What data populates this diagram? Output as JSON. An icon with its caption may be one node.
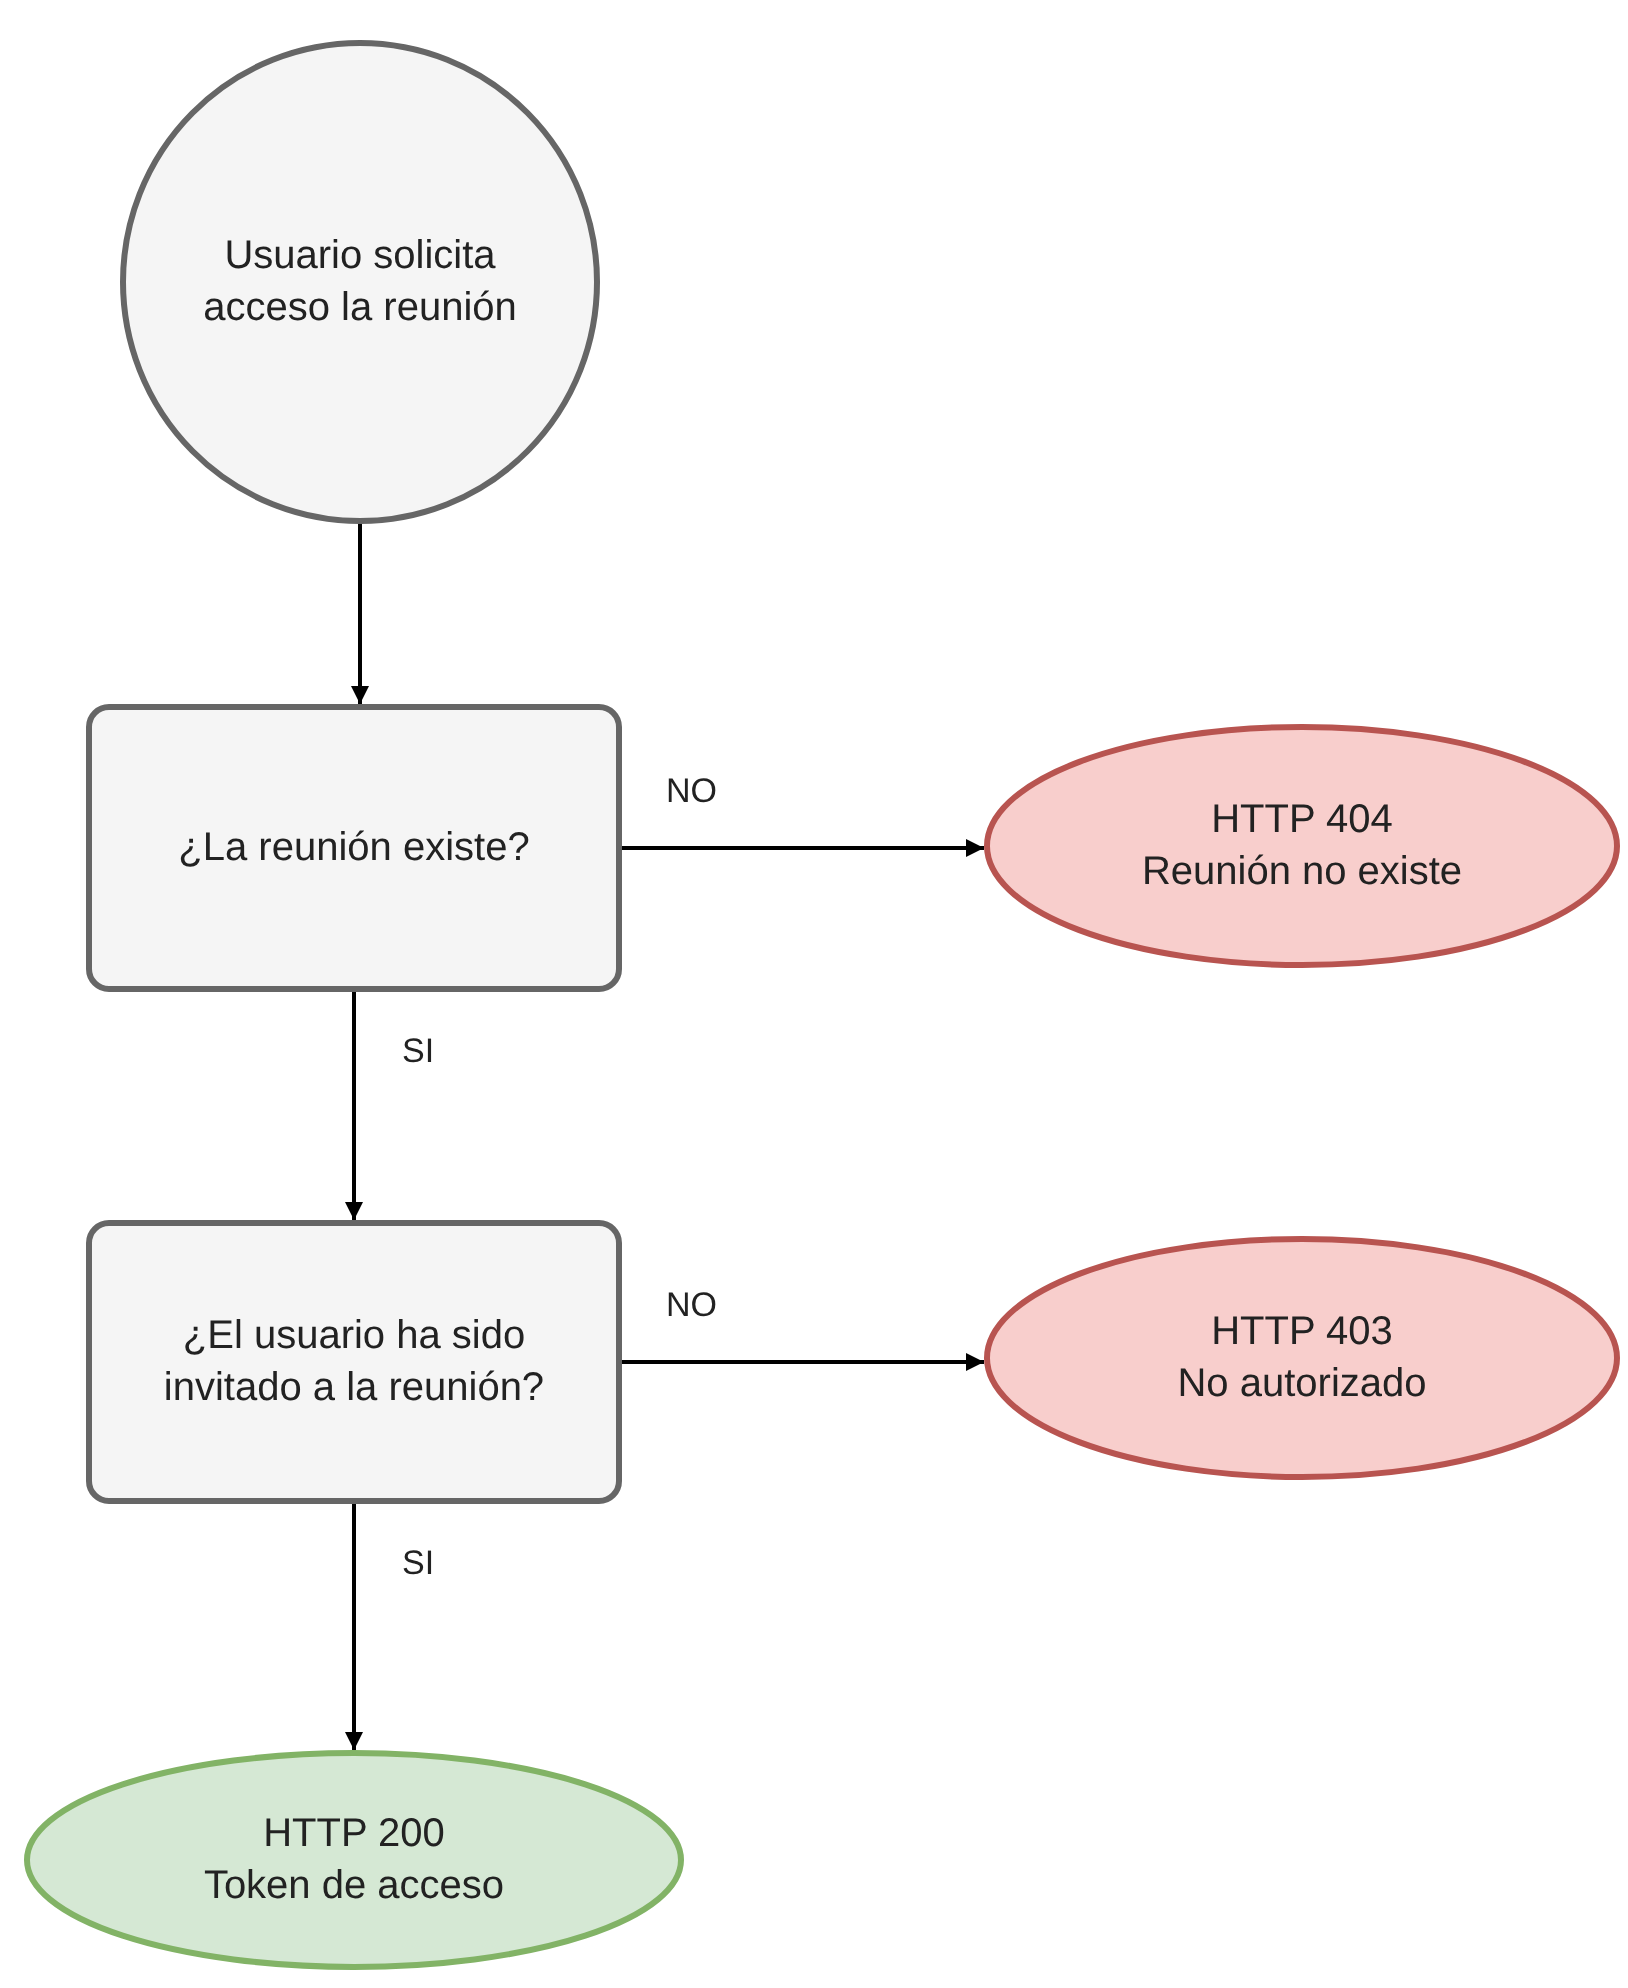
{
  "diagram": {
    "nodes": [
      {
        "text": [
          "Usuario solicita acceso la reunión"
        ]
      },
      {
        "text": [
          "¿La reunión existe?"
        ]
      },
      {
        "text": [
          "HTTP 404",
          "Reunión no existe"
        ]
      },
      {
        "text": [
          "¿El usuario ha sido invitado a la reunión?"
        ]
      },
      {
        "text": [
          "HTTP 403",
          "No autorizado"
        ]
      },
      {
        "text": [
          "HTTP 200",
          "Token de acceso"
        ]
      }
    ],
    "edges": [
      {
        "from": 0,
        "to": 1,
        "arrow": "to"
      },
      {
        "from": 1,
        "to": 2,
        "arrow": "to",
        "label": "NO"
      },
      {
        "from": 1,
        "to": 3,
        "arrow": "to",
        "label": "SI"
      },
      {
        "from": 3,
        "to": 4,
        "arrow": "to",
        "label": "NO"
      },
      {
        "from": 3,
        "to": 5,
        "arrow": "to",
        "label": "SI"
      }
    ]
  }
}
